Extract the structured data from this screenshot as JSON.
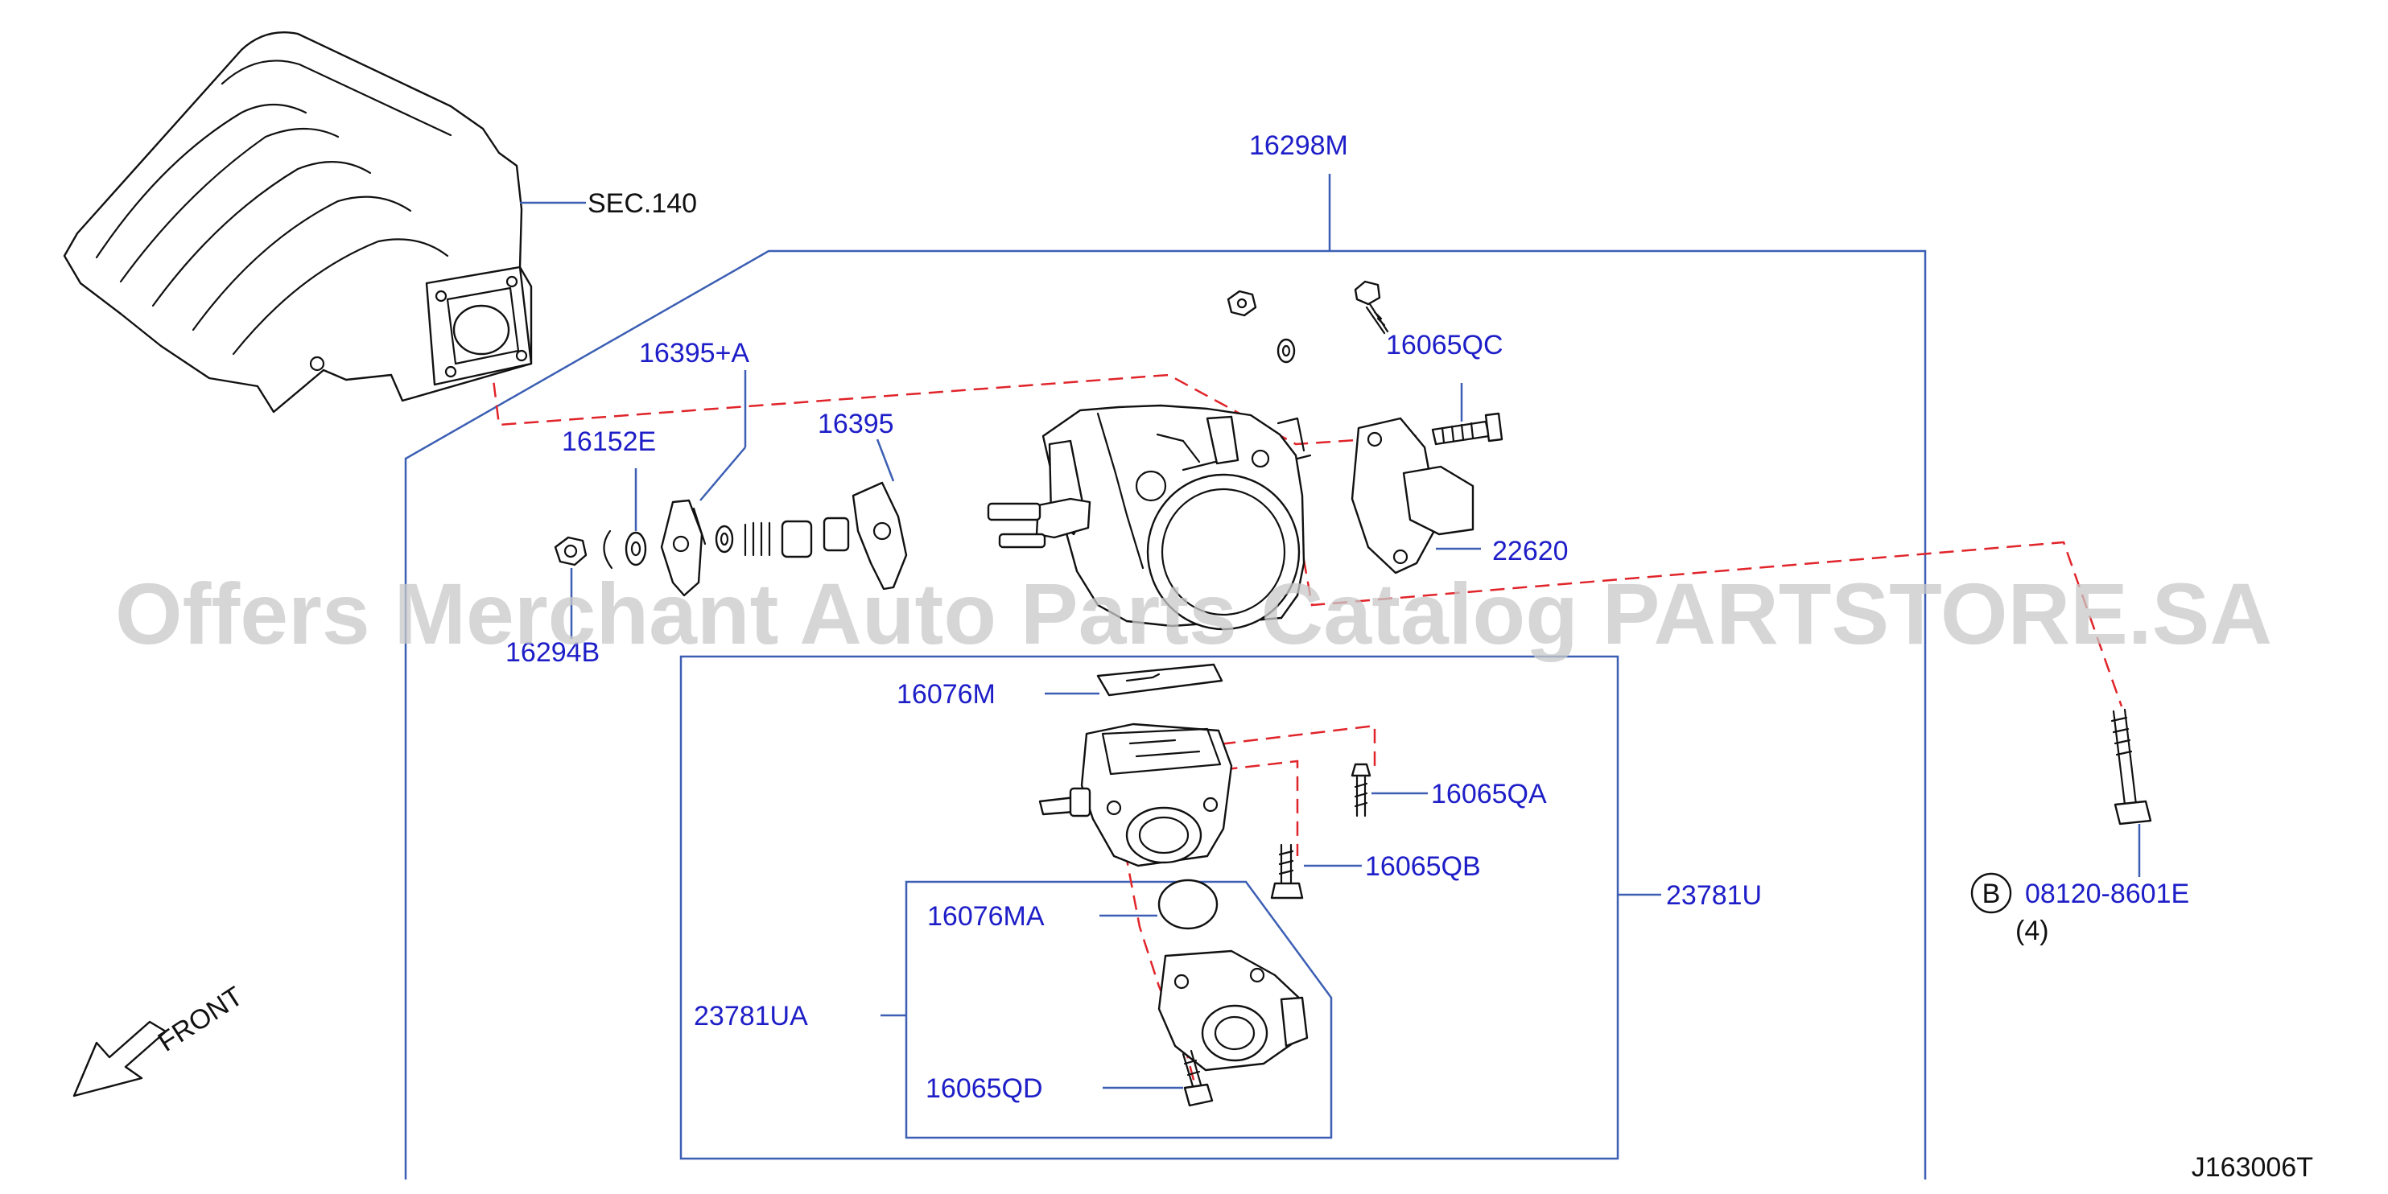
{
  "watermark": "Offers Merchant Auto Parts Catalog PARTSTORE.SA",
  "diagram_code": "J163006T",
  "front_label": "FRONT",
  "callouts": {
    "sec_140": "SEC.140",
    "p16298M": "16298M",
    "p16395A": "16395+A",
    "p16395": "16395",
    "p16152E": "16152E",
    "p16294B": "16294B",
    "p16065QC": "16065QC",
    "p22620": "22620",
    "p16076M": "16076M",
    "p16065QA": "16065QA",
    "p16065QB": "16065QB",
    "p23781U": "23781U",
    "p16076MA": "16076MA",
    "p23781UA": "23781UA",
    "p16065QD": "16065QD",
    "bolt_B": "B",
    "p08120": "08120-8601E",
    "qty_4": "(4)"
  },
  "colors": {
    "label_blue": "#1e1ec8",
    "frame_blue": "#3c5fb4",
    "dashed_red": "#e0242a",
    "watermark_gray": "#c9c9c9"
  }
}
